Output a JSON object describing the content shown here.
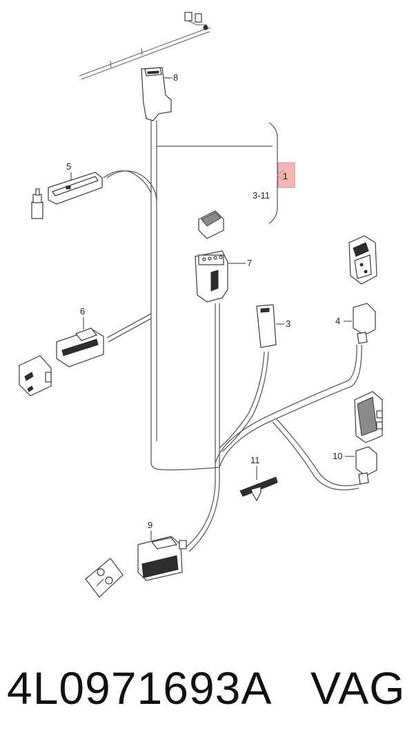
{
  "callouts": {
    "c1": "1",
    "c2": "3-11",
    "c3": "3",
    "c4": "4",
    "c5": "5",
    "c6": "6",
    "c7": "7",
    "c8": "8",
    "c9": "9",
    "c10": "10",
    "c11": "11"
  },
  "highlight_color": "#f1b6b8",
  "footer": {
    "part_number": "4L0971693A",
    "brand": "VAG"
  }
}
